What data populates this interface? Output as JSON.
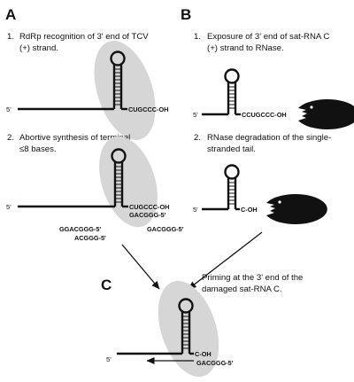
{
  "figure": {
    "panels": {
      "A": {
        "letter": "A",
        "step1": {
          "num": "1.",
          "line1": "RdRp recognition of 3' end of TCV",
          "line2": "(+) strand.",
          "end5": "5'",
          "end3": "CUGCCC-OH"
        },
        "step2": {
          "num": "2.",
          "line1": "Abortive synthesis of terminal",
          "line2": "≤8 bases.",
          "end5": "5'",
          "end3": "CUGCCC-OH",
          "paired": "GACGGG-5'",
          "products": [
            "GGACGGG-5'",
            "ACGGG-5'",
            "GACGGG-5'"
          ]
        }
      },
      "B": {
        "letter": "B",
        "step1": {
          "num": "1.",
          "line1": "Exposure of 3' end of sat-RNA C",
          "line2": "(+) strand to RNase.",
          "end5": "5'",
          "end3": "CCUGCCC-OH"
        },
        "step2": {
          "num": "2.",
          "line1": "RNase degradation of the single-",
          "line2": "stranded tail.",
          "end5": "5'",
          "end3": "C-OH"
        }
      },
      "C": {
        "letter": "C",
        "line1": "Priming at the 3' end of the",
        "line2": "damaged sat-RNA C.",
        "end5": "5'",
        "end3": "C-OH",
        "primer": "GACGGG-5'"
      }
    },
    "icons": [
      "hairpin-icon",
      "polymerase-blob-icon",
      "rnase-pacman-icon",
      "arrow-icon"
    ],
    "colors": {
      "ink": "#111111",
      "polymerase": "#d6d6d6",
      "background": "#ffffff"
    }
  }
}
